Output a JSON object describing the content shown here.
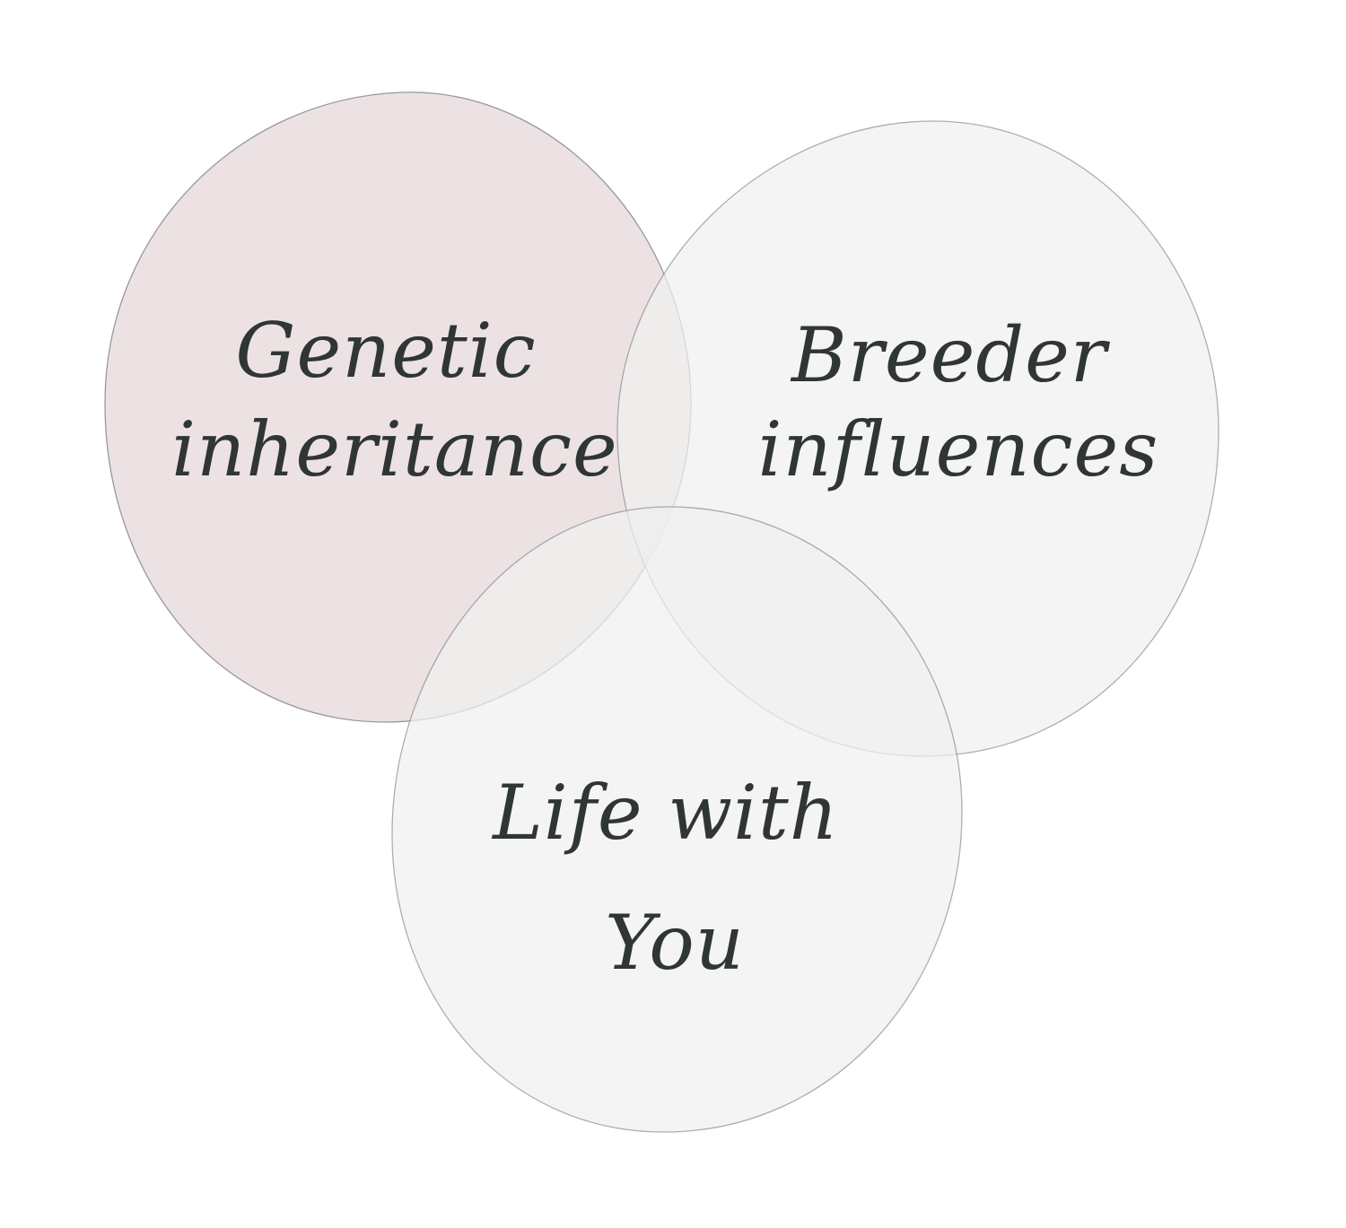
{
  "diagram": {
    "type": "venn",
    "sets": [
      {
        "id": "genetic",
        "lines": [
          "Genetic",
          "inheritance"
        ],
        "fill": "#ecdfe0",
        "stroke": "#8f8f8f"
      },
      {
        "id": "breeder",
        "lines": [
          "Breeder",
          "influences"
        ],
        "fill": "#f0f0f0",
        "stroke": "#8f8f8f"
      },
      {
        "id": "life",
        "lines": [
          "Life with",
          "You"
        ],
        "fill": "#f0f0f0",
        "stroke": "#8f8f8f"
      }
    ],
    "text_color": "#2f3634"
  }
}
